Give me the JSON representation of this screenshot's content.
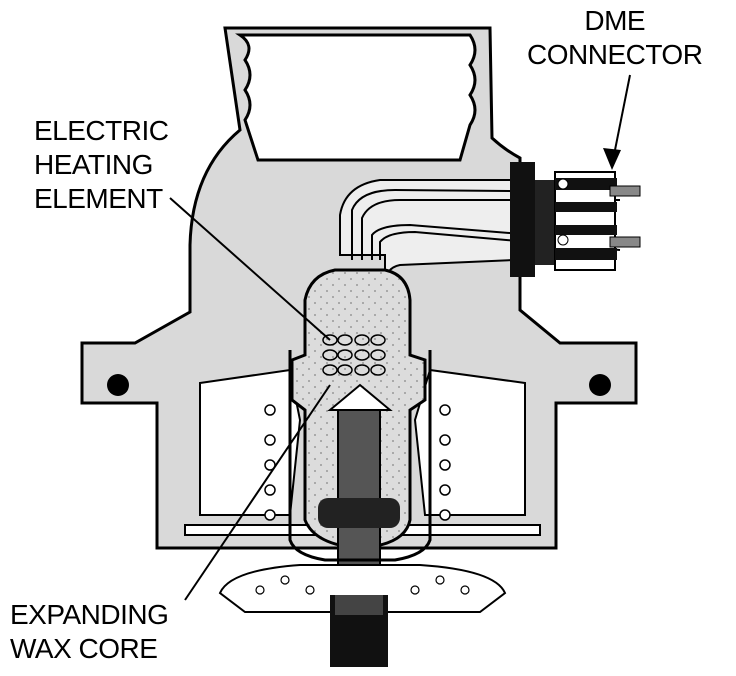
{
  "labels": {
    "dme_connector": [
      "DME",
      "CONNECTOR"
    ],
    "electric_heating_element": [
      "ELECTRIC",
      "HEATING",
      "ELEMENT"
    ],
    "expanding_wax_core": [
      "EXPANDING",
      "WAX CORE"
    ]
  },
  "colors": {
    "ink": "#000000",
    "housing_fill": "#d9d9d9",
    "background": "#ffffff"
  }
}
